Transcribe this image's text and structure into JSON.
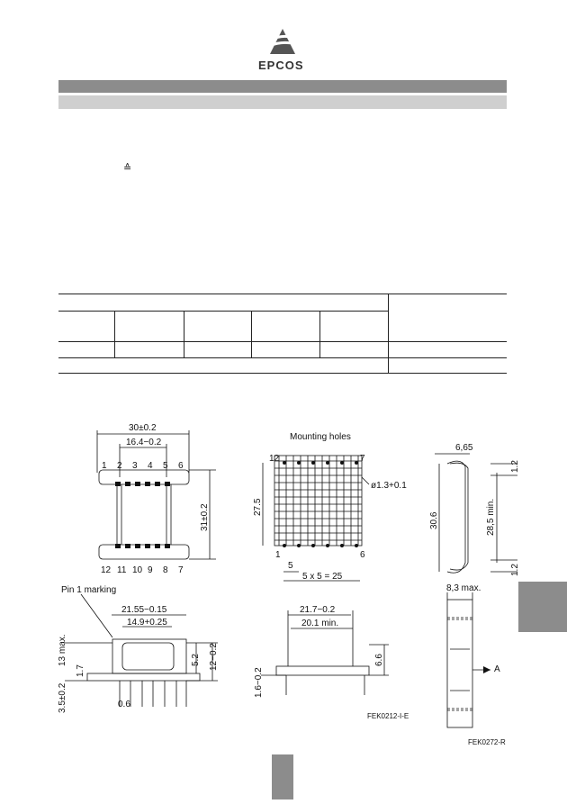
{
  "header": {
    "logo_text": "EPCOS",
    "symbol": "≙"
  },
  "drawing": {
    "top_view": {
      "width_dim": "30±0.2",
      "pin_span_dim": "16.4−0.2",
      "height_dim": "31±0.2",
      "top_pins": [
        "1",
        "2",
        "3",
        "4",
        "5",
        "6"
      ],
      "bottom_pins": [
        "12",
        "11",
        "10",
        "9",
        "8",
        "7"
      ]
    },
    "mounting": {
      "title": "Mounting holes",
      "hole_dim": "ø1.3+0.1",
      "height_dim": "27.5",
      "pitch_dim": "5",
      "span_dim": "5 x 5 = 25",
      "pin_12": "12",
      "pin_7": "7",
      "pin_1": "1",
      "pin_6": "6"
    },
    "clip_side": {
      "top_dim": "6,65",
      "right_top_dim": "1.2",
      "height_dim": "30.6",
      "min_dim": "28,5 min.",
      "right_bottom_dim": "1.2"
    },
    "side_view": {
      "pin1_label": "Pin 1 marking",
      "width_dim": "21.55−0.15",
      "inner_dim": "14.9+0.25",
      "height_max": "13 max.",
      "dim_17": "1.7",
      "dim_52": "5.2",
      "dim_12": "12−0.2",
      "dim_35": "3.5±0.2",
      "pin_dim": "0.6"
    },
    "front_view": {
      "width_dim": "21.7−0.2",
      "min_dim": "20.1 min.",
      "dim_66": "6.6",
      "dim_16": "1.6−0.2",
      "code": "FEK0212-I-E"
    },
    "clip_front": {
      "top_dim": "8,3 max.",
      "arrow_label": "A",
      "code": "FEK0272-R"
    }
  }
}
